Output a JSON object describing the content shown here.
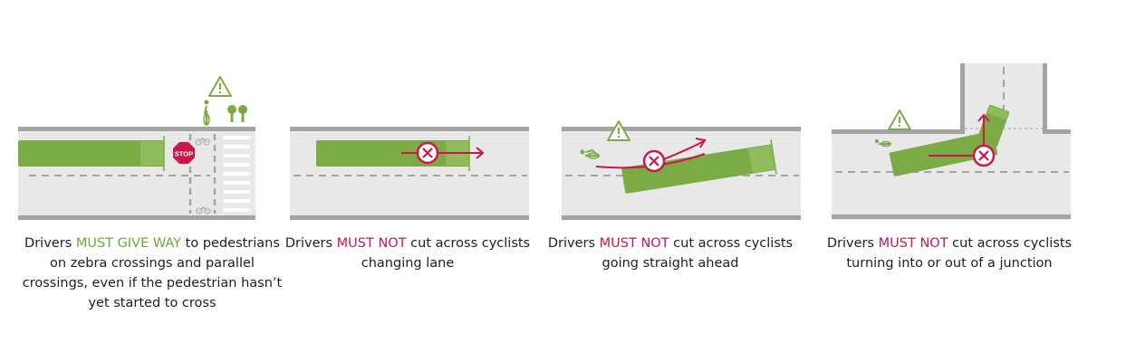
{
  "panels": [
    {
      "caption_pre": "Drivers ",
      "caption_emphasis": "MUST GIVE WAY",
      "caption_post": " to pedestrians on zebra crossings and parallel crossings, even if the pedestrian hasn’t yet started to cross",
      "emphasis_color": "#6aaa3a",
      "stop_sign_text": "STOP"
    },
    {
      "caption_pre": "Drivers ",
      "caption_emphasis": "MUST NOT",
      "caption_post": " cut across cyclists changing lane",
      "emphasis_color": "#c9184a"
    },
    {
      "caption_pre": "Drivers ",
      "caption_emphasis": "MUST NOT",
      "caption_post": " cut across cyclists going straight ahead",
      "emphasis_color": "#c9184a"
    },
    {
      "caption_pre": "Drivers ",
      "caption_emphasis": "MUST NOT",
      "caption_post": " cut across cyclists turning into or out of a junction",
      "emphasis_color": "#c9184a"
    }
  ],
  "colors": {
    "road": "#e8e8e8",
    "kerb": "#a3a3a3",
    "lane_marking": "#a3a3a3",
    "vehicle": "#7bab45",
    "forbidden": "#c9184a",
    "warning": "#7bab45"
  },
  "icons": [
    "warning-triangle-icon",
    "cyclist-icon",
    "pedestrian-icon",
    "stop-sign-icon",
    "forbidden-icon",
    "bicycle-marking-icon"
  ]
}
